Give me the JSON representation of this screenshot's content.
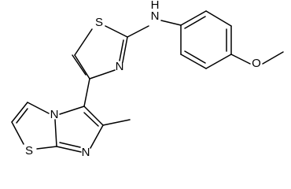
{
  "diagram": {
    "type": "chemical-structure",
    "background_color": "#ffffff",
    "line_color": "#000000",
    "atoms": {
      "s1": "S",
      "n1": "N",
      "n2": "N",
      "s2": "S",
      "n3": "N",
      "nh_n": "N",
      "nh_h": "H",
      "o1": "O"
    }
  }
}
